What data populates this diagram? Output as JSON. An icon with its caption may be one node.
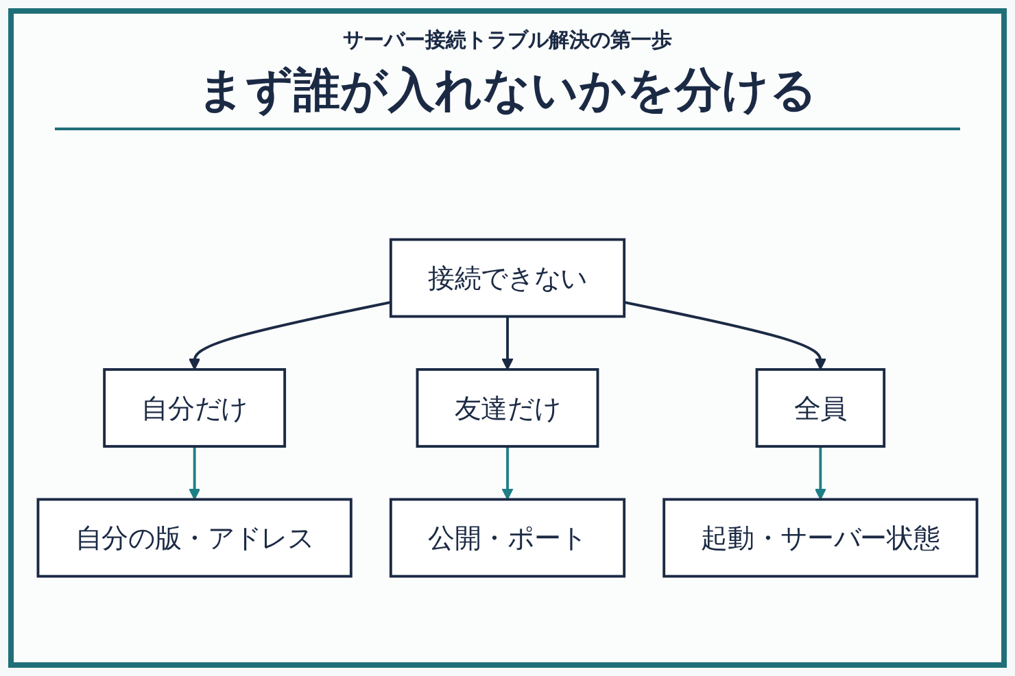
{
  "diagram": {
    "title": "まず誰が入れないかを分ける",
    "nodes": [
      {
        "text": [
          "接続できない"
        ]
      },
      {
        "text": [
          "自分だけ"
        ]
      },
      {
        "text": [
          "友達だけ"
        ]
      },
      {
        "text": [
          "全員"
        ]
      },
      {
        "text": [
          "自分の版・アドレス"
        ]
      },
      {
        "text": [
          "公開・ポート"
        ]
      },
      {
        "text": [
          "起動・サーバー状態"
        ]
      }
    ],
    "edges": [
      {
        "from": 0,
        "to": 1,
        "arrow": "to"
      },
      {
        "from": 0,
        "to": 2,
        "arrow": "to"
      },
      {
        "from": 0,
        "to": 3,
        "arrow": "to"
      },
      {
        "from": 1,
        "to": 4,
        "arrow": "to",
        "color": "#1f7f86"
      },
      {
        "from": 2,
        "to": 5,
        "arrow": "to",
        "color": "#1f7f86"
      },
      {
        "from": 3,
        "to": 6,
        "arrow": "to",
        "color": "#1f7f86"
      }
    ],
    "labels": [
      "サーバー接続トラブル解決の第一歩"
    ]
  }
}
